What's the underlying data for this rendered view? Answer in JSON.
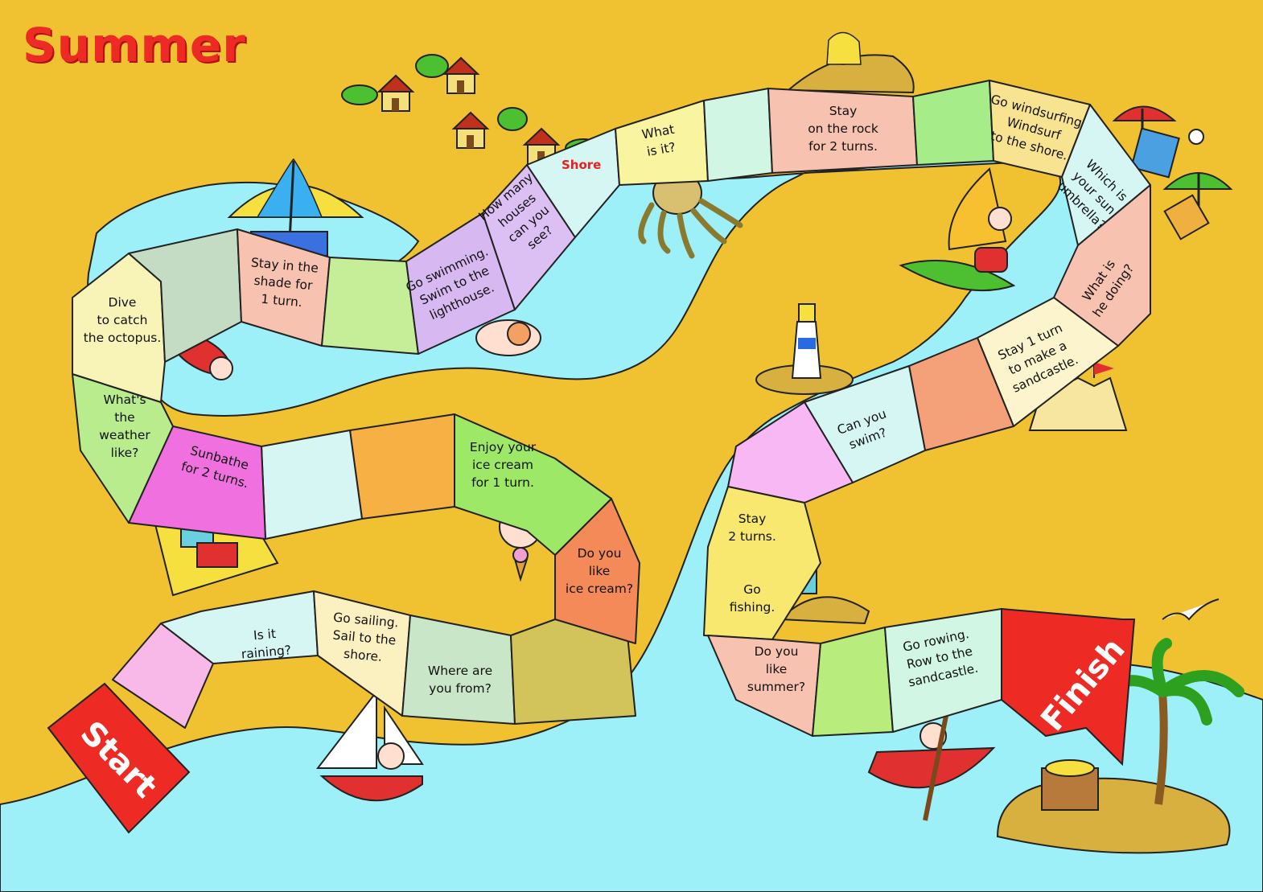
{
  "title": "Summer",
  "shore_label": "Shore",
  "start_label": "Start",
  "finish_label": "Finish",
  "colors": {
    "sand": "#f0c232",
    "sea": "#9ef0f8",
    "title": "#ee2a24",
    "arrow": "#ee2a24"
  },
  "squares": [
    {
      "lines": [],
      "color": "#f8b8e8"
    },
    {
      "lines": [
        "Is it",
        "raining?"
      ],
      "color": "#d6f6f4"
    },
    {
      "lines": [
        "Go sailing.",
        "Sail to the",
        "shore."
      ],
      "color": "#fbf0c0"
    },
    {
      "lines": [
        "Where are",
        "you from?"
      ],
      "color": "#c9e6c8"
    },
    {
      "lines": [],
      "color": "#d2c45a"
    },
    {
      "lines": [
        "Do you",
        "like",
        "ice cream?"
      ],
      "color": "#f48a58"
    },
    {
      "lines": [
        "Enjoy your",
        "ice cream",
        "for 1 turn."
      ],
      "color": "#9ee868"
    },
    {
      "lines": [],
      "color": "#f6b043"
    },
    {
      "lines": [],
      "color": "#d6f6f4"
    },
    {
      "lines": [
        "Sunbathe",
        "for 2 turns."
      ],
      "color": "#f070e0"
    },
    {
      "lines": [
        "What's",
        "the",
        "weather",
        "like?"
      ],
      "color": "#b8ec8c"
    },
    {
      "lines": [
        "Dive",
        "to catch",
        "the octopus."
      ],
      "color": "#f8f4b8"
    },
    {
      "lines": [],
      "color": "#c4dcc4"
    },
    {
      "lines": [
        "Stay in the",
        "shade for",
        "1 turn."
      ],
      "color": "#f8c2b0"
    },
    {
      "lines": [],
      "color": "#c6ee98"
    },
    {
      "lines": [
        "Go swimming.",
        "Swim to the",
        "lighthouse."
      ],
      "color": "#d8b8f0"
    },
    {
      "lines": [
        "How many",
        "houses",
        "can you",
        "see?"
      ],
      "color": "#dcc0f4"
    },
    {
      "lines": [],
      "color": "#d6f6f4"
    },
    {
      "lines": [
        "What",
        "is it?"
      ],
      "color": "#f8f4a0"
    },
    {
      "lines": [],
      "color": "#d2f6e4"
    },
    {
      "lines": [
        "Stay",
        "on the rock",
        "for 2 turns."
      ],
      "color": "#f8c2b0"
    },
    {
      "lines": [],
      "color": "#a6ec88"
    },
    {
      "lines": [
        "Go windsurfing.",
        "Windsurf",
        "to the shore."
      ],
      "color": "#f8e490"
    },
    {
      "lines": [
        "Which is",
        "your sun",
        "umbrella?"
      ],
      "color": "#d6f6f4"
    },
    {
      "lines": [
        "What is",
        "he doing?"
      ],
      "color": "#f8c2b0"
    },
    {
      "lines": [
        "Stay 1 turn",
        "to make a",
        "sandcastle."
      ],
      "color": "#fbf4cc"
    },
    {
      "lines": [],
      "color": "#f4a078"
    },
    {
      "lines": [
        "Can you",
        "swim?"
      ],
      "color": "#d6f6f4"
    },
    {
      "lines": [],
      "color": "#f8b8f4"
    },
    {
      "lines": [
        "Stay",
        "2 turns.",
        "",
        "",
        "Go",
        "fishing."
      ],
      "color": "#f8e870"
    },
    {
      "lines": [
        "Do you",
        "like",
        "summer?"
      ],
      "color": "#f8c2b0"
    },
    {
      "lines": [],
      "color": "#b8ec7c"
    },
    {
      "lines": [
        "Go rowing.",
        "Row to the",
        "sandcastle."
      ],
      "color": "#d2f6e4"
    }
  ]
}
